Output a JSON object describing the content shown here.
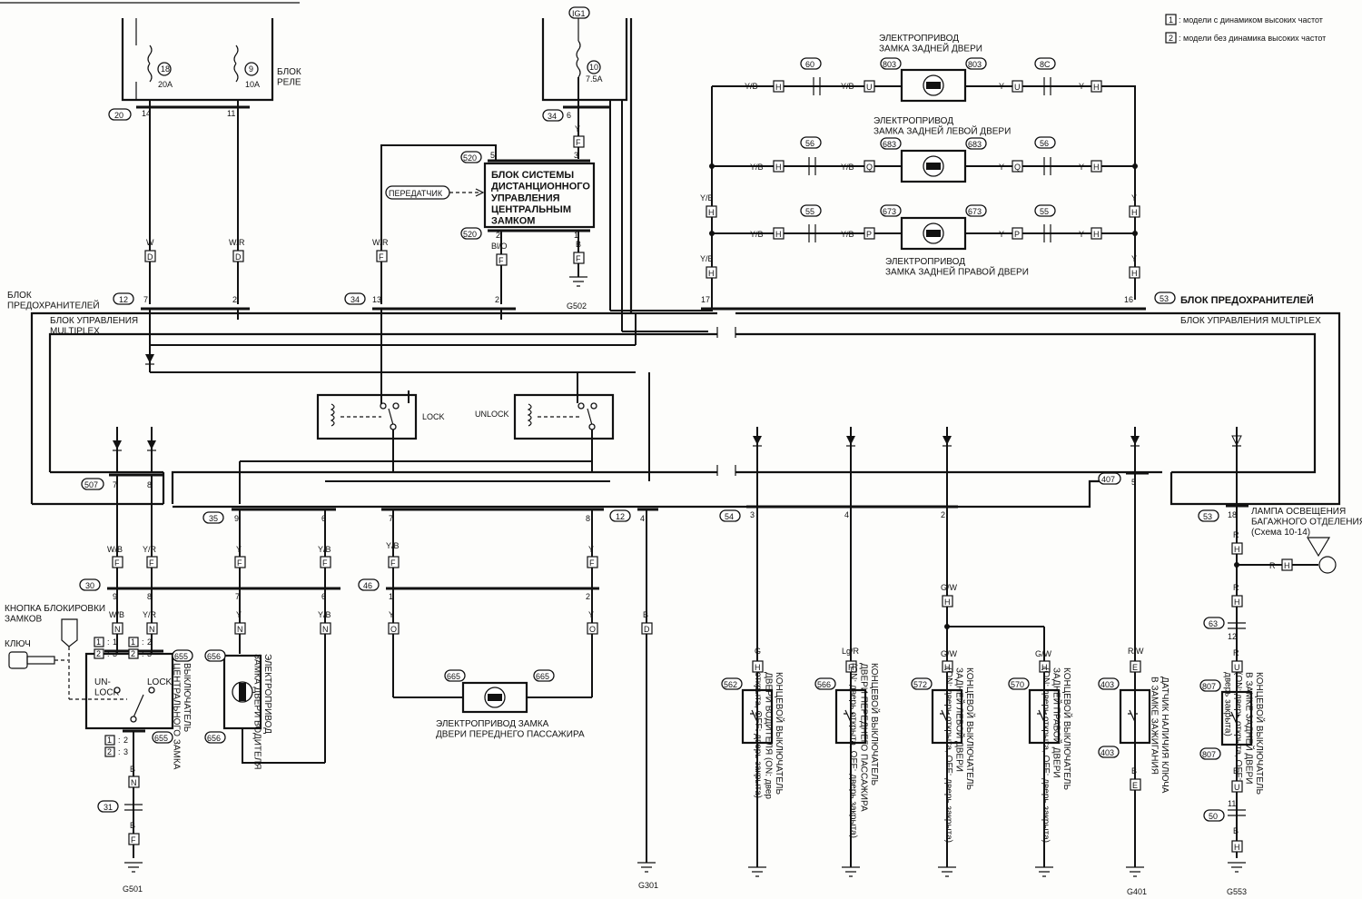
{
  "legend": {
    "item1_num": "1",
    "item1_text": ": модели с динамиком высоких частот",
    "item2_num": "2",
    "item2_text": ": модели без динамика высоких частот"
  },
  "labels": {
    "relay_block": "БЛОК\nРЕЛЕ",
    "fuse_block_left": "БЛОК\nПРЕДОХРАНИТЕЛЕЙ",
    "fuse_block_right": "БЛОК ПРЕДОХРАНИТЕЛЕЙ",
    "multiplex_left": "БЛОК УПРАВЛЕНИЯ\nMULTIPLEX",
    "multiplex_right": "БЛОК УПРАВЛЕНИЯ MULTIPLEX",
    "remote_unit": "БЛОК СИСТЕМЫ\nДИСТАНЦИОННОГО\nУПРАВЛЕНИЯ\nЦЕНТРАЛЬНЫМ\nЗАМКОМ",
    "transmitter": "ПЕРЕДАТЧИК",
    "lock": "LOCK",
    "unlock": "UNLOCK",
    "rear_door_actuator": "ЭЛЕКТРОПРИВОД\nЗАМКА ЗАДНЕЙ ДВЕРИ",
    "rear_left_actuator": "ЭЛЕКТРОПРИВОД\nЗАМКА ЗАДНЕЙ ЛЕВОЙ ДВЕРИ",
    "rear_right_actuator": "ЭЛЕКТРОПРИВОД\nЗАМКА ЗАДНЕЙ ПРАВОЙ ДВЕРИ",
    "passenger_actuator": "ЭЛЕКТРОПРИВОД ЗАМКА\nДВЕРИ ПЕРЕДНЕГО ПАССАЖИРА",
    "driver_actuator": "ЭЛЕКТРОПРИВОД\nЗАМКА ДВЕРИ ВОДИТЕЛЯ",
    "lock_switch": "ВЫКЛЮЧАТЕЛЬ\nЦЕНТРАЛЬНОГО ЗАМКА",
    "lock_button": "КНОПКА БЛОКИРОВКИ\nЗАМКОВ",
    "key": "КЛЮЧ",
    "un_lock": "UN-\nLOCK",
    "sw_lock": "LOCK",
    "trunk_lamp": "ЛАМПА ОСВЕЩЕНИЯ\nБАГАЖНОГО ОТДЕЛЕНИЯ\n(Схема 10-14)",
    "sw_driver": "КОНЦЕВОЙ ВЫКЛЮЧАТЕЛЬ\nДВЕРИ ВОДИТЕЛЯ (ON: двер\nоткрыта, OFF: дверь закрыта)",
    "sw_passenger": "КОНЦЕВОЙ ВЫКЛЮЧАТЕЛЬ\nДВЕРИ ПЕРЕДНЕГО ПАССАЖИРА\n(ON: дверь открыта, OFF: дверь закрыта)",
    "sw_rear_left": "КОНЦЕВОЙ ВЫКЛЮЧАТЕЛЬ\nЗАДНЕЙ ЛЕВОЙ ДВЕРИ\n(ON: дверь открыта, OFF: дверь закрыта)",
    "sw_rear_right": "КОНЦЕВОЙ ВЫКЛЮЧАТЕЛЬ\nЗАДНЕЙ ПРАВОЙ ДВЕРИ\n(ON: дверь открыта, OFF: дверь закрыта)",
    "key_sensor": "ДАТЧИК НАЛИЧИЯ КЛЮЧА\nВ ЗАМКЕ ЗАЖИГАНИЯ",
    "sw_rear_door": "КОНЦЕВОЙ ВЫКЛЮЧАТЕЛЬ\nВ ЗАМКЕ ЗАДНЕЙ ДВЕРИ\n(ON: дверь открыта, OFF:\nдверь закрыта)"
  },
  "fuses": {
    "f18": "18",
    "f18_amp": "20A",
    "f9": "9",
    "f9_amp": "10A",
    "f10": "10",
    "f10_amp": "7.5A",
    "ig1": "IG1"
  },
  "grounds": {
    "g502": "G502",
    "g501": "G501",
    "g301": "G301",
    "g401": "G401",
    "g553": "G553"
  },
  "wires": {
    "w": "W",
    "wr": "W/R",
    "wr2": "W/R",
    "bio": "Bl/O",
    "b": "B",
    "y": "Y",
    "wb": "W/B",
    "yr": "Y/R",
    "y2": "Y",
    "yb": "Y/B",
    "yb2": "Y/B",
    "y3": "Y",
    "b2": "B",
    "g": "G",
    "lgr": "Lg/R",
    "gw": "G/W",
    "rw": "R/W",
    "r": "R",
    "ybr": "Y/B",
    "yr2": "Y"
  }
}
